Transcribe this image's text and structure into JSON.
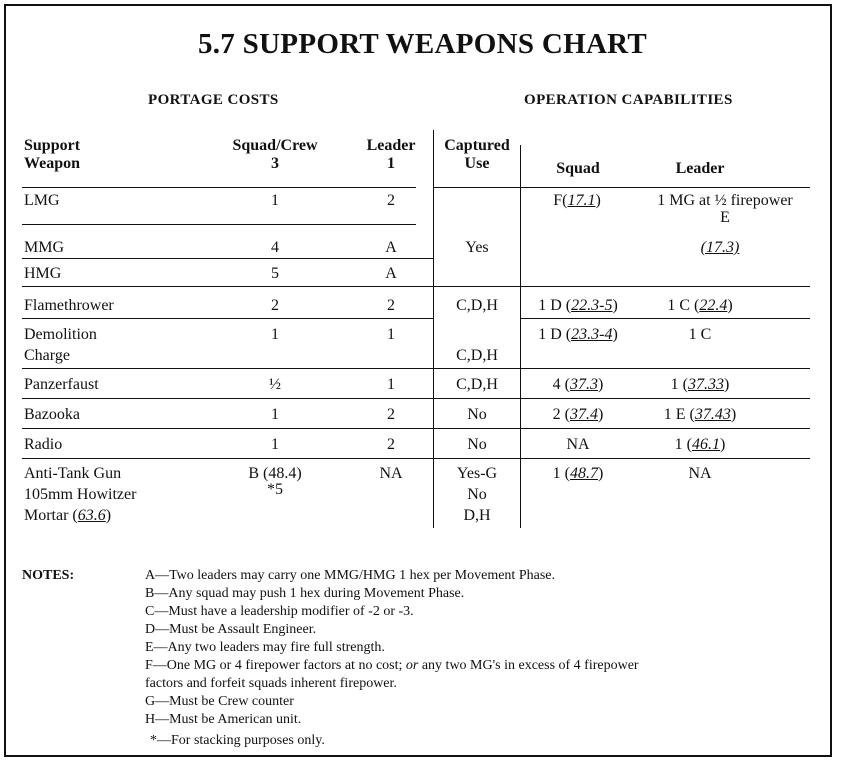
{
  "title": "5.7 SUPPORT WEAPONS CHART",
  "section_left": "PORTAGE COSTS",
  "section_right": "OPERATION CAPABILITIES",
  "headers": {
    "weapon_1": "Support",
    "weapon_2": "Weapon",
    "squad_1": "Squad/Crew",
    "squad_2": "3",
    "leader_1": "Leader",
    "leader_2": "1",
    "captured_1": "Captured",
    "captured_2": "Use",
    "op_squad": "Squad",
    "op_leader": "Leader"
  },
  "rows": {
    "lmg": {
      "name": "LMG",
      "squad": "1",
      "leader": "2"
    },
    "mmg": {
      "name": "MMG",
      "squad": "4",
      "leader": "A"
    },
    "hmg": {
      "name": "HMG",
      "squad": "5",
      "leader": "A"
    },
    "mg_group": {
      "captured": "Yes",
      "op_squad_pre": "F(",
      "op_squad_ref": "17.1",
      "op_squad_post": ")",
      "op_leader_1": "1 MG at ½ firepower",
      "op_leader_2": "E",
      "op_leader_ref": "(17.3)"
    },
    "flamethrower": {
      "name": "Flamethrower",
      "squad": "2",
      "leader": "2",
      "captured": "C,D,H",
      "op_squad_pre": "1 D (",
      "op_squad_ref": "22.3-5",
      "op_squad_post": ")",
      "op_leader_pre": "1 C (",
      "op_leader_ref": "22.4",
      "op_leader_post": ")"
    },
    "demolition": {
      "name_1": "Demolition",
      "name_2": "Charge",
      "squad": "1",
      "leader": "1",
      "captured": "C,D,H",
      "op_squad_pre": "1 D (",
      "op_squad_ref": "23.3-4",
      "op_squad_post": ")",
      "op_leader": "1 C"
    },
    "panzerfaust": {
      "name": "Panzerfaust",
      "squad": "½",
      "leader": "1",
      "captured": "C,D,H",
      "op_squad_pre": "4 (",
      "op_squad_ref": "37.3",
      "op_squad_post": ")",
      "op_leader_pre": "1 (",
      "op_leader_ref": "37.33",
      "op_leader_post": ")"
    },
    "bazooka": {
      "name": "Bazooka",
      "squad": "1",
      "leader": "2",
      "captured": "No",
      "op_squad_pre": "2 (",
      "op_squad_ref": "37.4",
      "op_squad_post": ")",
      "op_leader_pre": "1 E (",
      "op_leader_ref": "37.43",
      "op_leader_post": ")"
    },
    "radio": {
      "name": "Radio",
      "squad": "1",
      "leader": "2",
      "captured": "No",
      "op_squad": "NA",
      "op_leader_pre": "1 (",
      "op_leader_ref": "46.1",
      "op_leader_post": ")"
    },
    "atg": {
      "name_1": "Anti-Tank Gun",
      "name_2": "105mm Howitzer",
      "name_3_pre": "Mortar (",
      "name_3_ref": "63.6",
      "name_3_post": ")",
      "squad_1": "B (48.4)",
      "squad_2": "*5",
      "leader": "NA",
      "captured_1": "Yes-G",
      "captured_2": "No",
      "captured_3": "D,H",
      "op_squad_pre": "1 (",
      "op_squad_ref": "48.7",
      "op_squad_post": ")",
      "op_leader": "NA"
    }
  },
  "notes": {
    "heading": "NOTES:",
    "a": "A—Two leaders may carry one MMG/HMG 1 hex per Movement Phase.",
    "b": "B—Any squad may push 1 hex during Movement Phase.",
    "c": "C—Must have a leadership modifier of -2 or -3.",
    "d": "D—Must be Assault Engineer.",
    "e": "E—Any two leaders may fire full strength.",
    "f_pre": "F—One MG or 4 firepower factors at no cost; ",
    "f_or": "or",
    "f_post": " any two MG's in excess of 4 firepower",
    "f2": "factors and forfeit squads inherent firepower.",
    "g": "G—Must be Crew counter",
    "h": "H—Must be American unit.",
    "star": "*—For stacking purposes only."
  }
}
